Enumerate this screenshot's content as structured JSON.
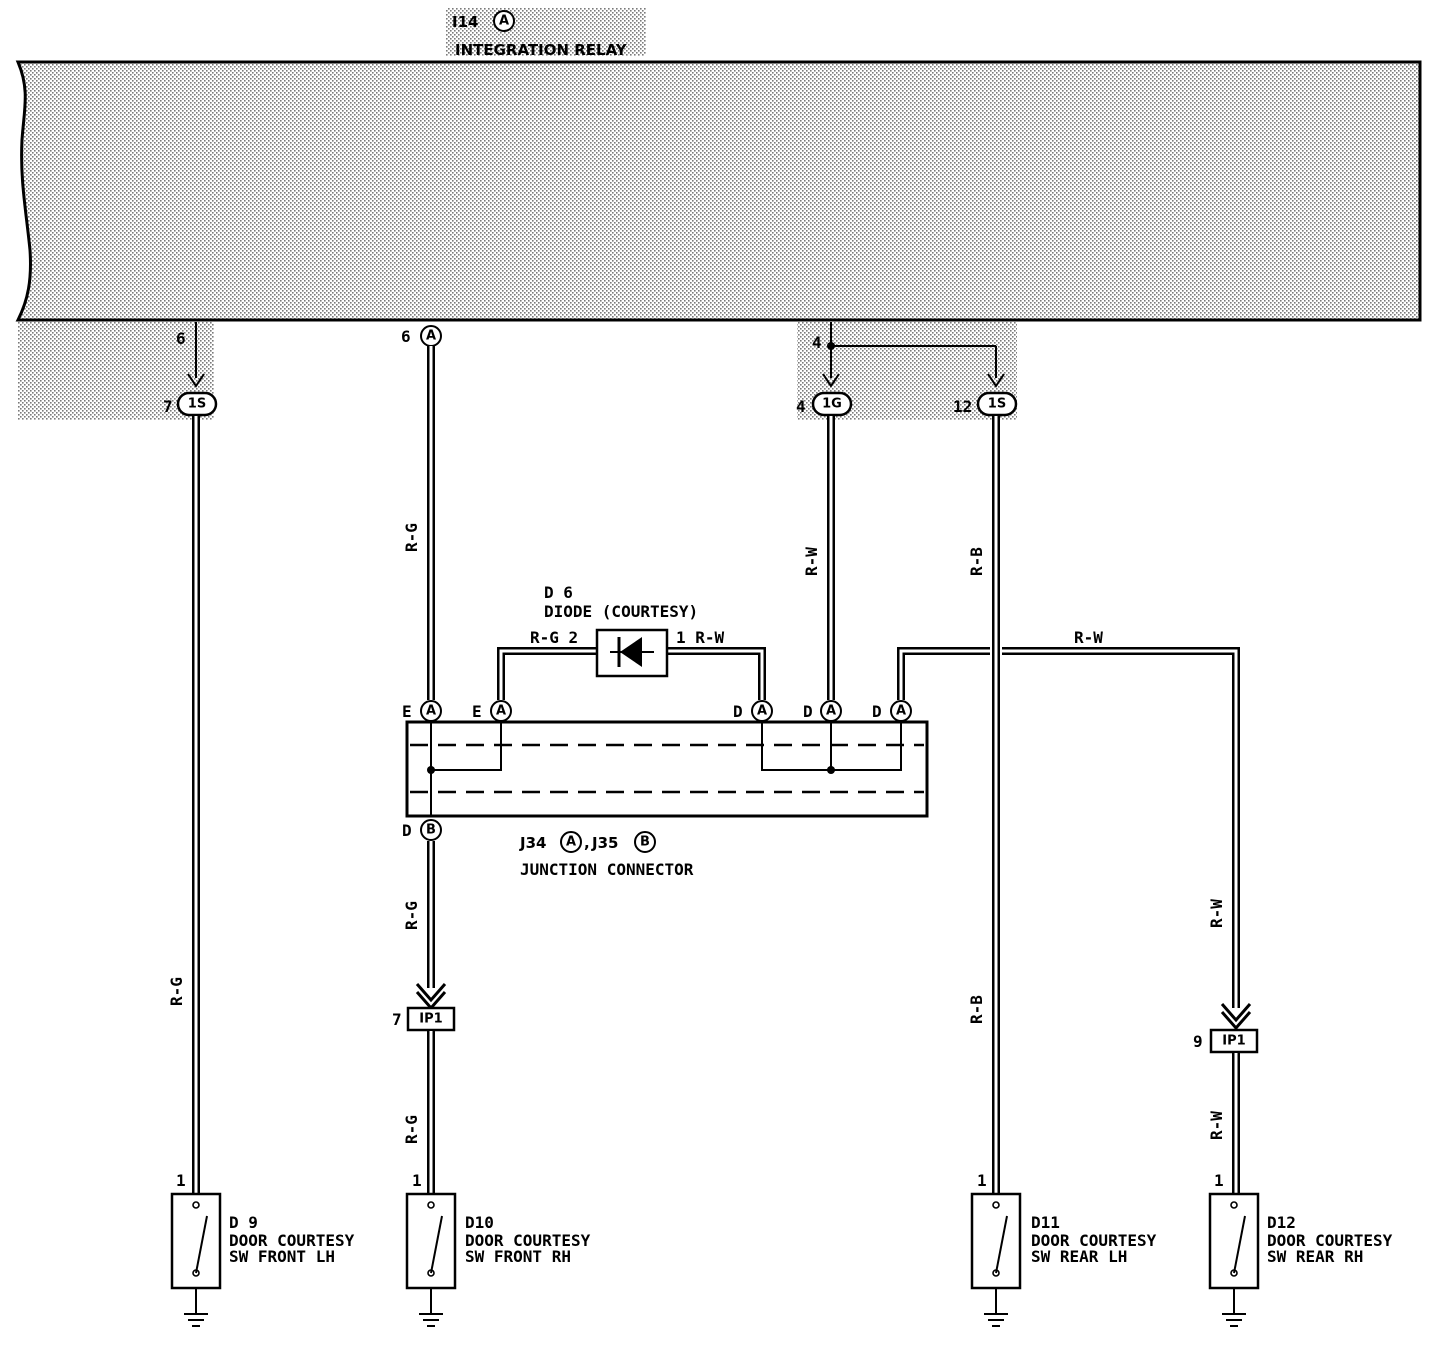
{
  "relay": {
    "code": "I14",
    "connector": "A",
    "name": "INTEGRATION RELAY"
  },
  "relay_pins": {
    "left": "6",
    "mid_num": "6",
    "mid_conn": "A",
    "right": "4"
  },
  "junction_plugs": {
    "left": {
      "pin": "7",
      "code": "1S"
    },
    "mid": {
      "pin": "4",
      "code": "1G"
    },
    "right": {
      "pin": "12",
      "code": "1S"
    }
  },
  "wire_colors": {
    "rg": "R-G",
    "rw": "R-W",
    "rb": "R-B"
  },
  "diode": {
    "code": "D 6",
    "name": "DIODE (COURTESY)",
    "pin_in": "R-G 2",
    "pin_out": "1 R-W"
  },
  "junction_connector": {
    "codeA": "J34",
    "connA": "A",
    "codeB": "J35",
    "connB": "B",
    "name": "JUNCTION CONNECTOR",
    "pins": {
      "e": "E",
      "d": "D",
      "a": "A",
      "b": "B"
    }
  },
  "ip1": {
    "code": "IP1",
    "pin_left": "7",
    "pin_right": "9"
  },
  "switches": [
    {
      "pin": "1",
      "code": "D 9",
      "line1": "DOOR COURTESY",
      "line2": "SW FRONT LH"
    },
    {
      "pin": "1",
      "code": "D10",
      "line1": "DOOR COURTESY",
      "line2": "SW FRONT RH"
    },
    {
      "pin": "1",
      "code": "D11",
      "line1": "DOOR COURTESY",
      "line2": "SW REAR LH"
    },
    {
      "pin": "1",
      "code": "D12",
      "line1": "DOOR COURTESY",
      "line2": "SW REAR RH"
    }
  ],
  "colors": {
    "line": "#000000",
    "stipple": "#b0b0b0"
  }
}
